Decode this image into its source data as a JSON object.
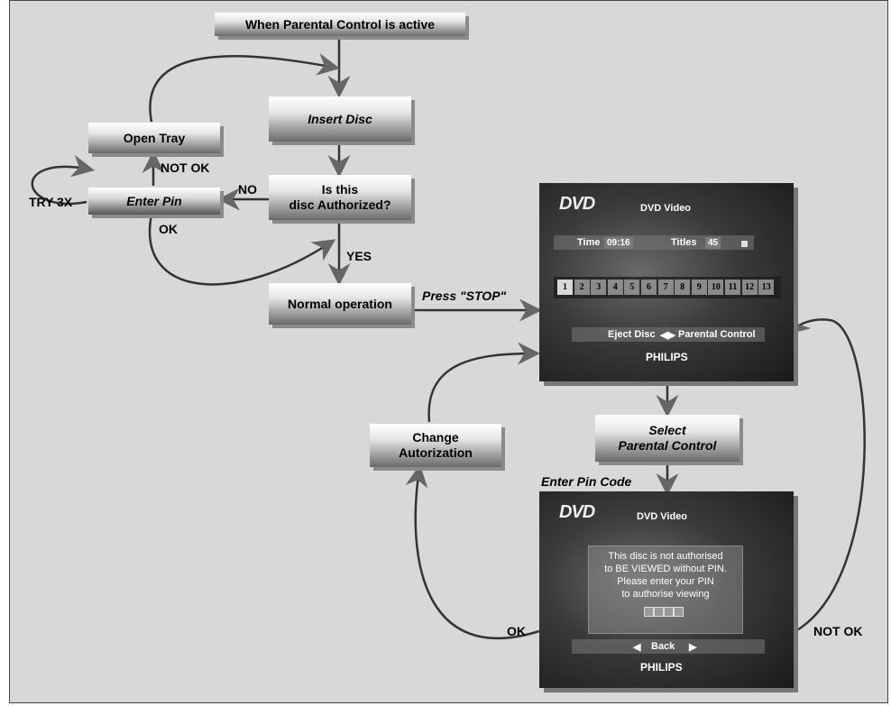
{
  "flowchart": {
    "header": "When Parental Control is active",
    "insert_disc": "Insert Disc",
    "is_authorized_line1": "Is this",
    "is_authorized_line2": "disc Authorized?",
    "normal_operation": "Normal operation",
    "enter_pin": "Enter Pin",
    "open_tray": "Open Tray",
    "try_3x": "TRY 3X",
    "not_ok_top": "NOT OK",
    "ok_left": "OK",
    "no": "NO",
    "yes": "YES",
    "press_stop": "Press \"STOP\"",
    "select_line1": "Select",
    "select_line2": "Parental Control",
    "change_line1": "Change",
    "change_line2": "Autorization",
    "enter_pin_code": "Enter Pin Code",
    "ok_bottom": "OK",
    "not_ok_bottom": "NOT OK"
  },
  "screen1": {
    "logo": "DVD",
    "title": "DVD Video",
    "time_label": "Time",
    "time_value": "09:16",
    "titles_label": "Titles",
    "titles_value": "45",
    "chapters": [
      "1",
      "2",
      "3",
      "4",
      "5",
      "6",
      "7",
      "8",
      "9",
      "10",
      "11",
      "12",
      "13"
    ],
    "selected_chapter": "1",
    "menu_left": "Eject Disc",
    "menu_right": "Parental Control",
    "brand": "PHILIPS"
  },
  "screen2": {
    "logo": "DVD",
    "title": "DVD Video",
    "message_line1": "This disc is not authorised",
    "message_line2": "to BE VIEWED without PIN.",
    "message_line3": "Please enter your PIN",
    "message_line4": "to authorise viewing",
    "back": "Back",
    "brand": "PHILIPS"
  }
}
